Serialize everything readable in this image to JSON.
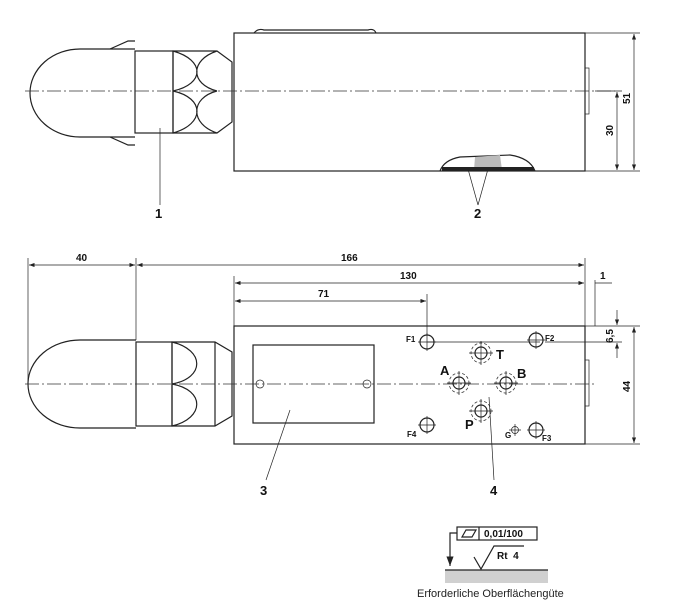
{
  "top_view": {
    "callouts": [
      "1",
      "2"
    ],
    "dimensions": {
      "height_total": "51",
      "height_center": "30"
    }
  },
  "bottom_view": {
    "callouts": [
      "3",
      "4"
    ],
    "dimensions": {
      "cap_length": "40",
      "overall_length": "166",
      "body_to_port": "130",
      "to_f1": "71",
      "offset": "1",
      "f_row_offset": "6,5",
      "body_height": "44"
    },
    "ports": {
      "f1": "F1",
      "f2": "F2",
      "f3": "F3",
      "f4": "F4",
      "a": "A",
      "b": "B",
      "p": "P",
      "t": "T",
      "g": "G"
    }
  },
  "surface_spec": {
    "tolerance": "0,01/100",
    "roughness": "Rt  4",
    "caption": "Erforderliche Oberflächengüte"
  }
}
